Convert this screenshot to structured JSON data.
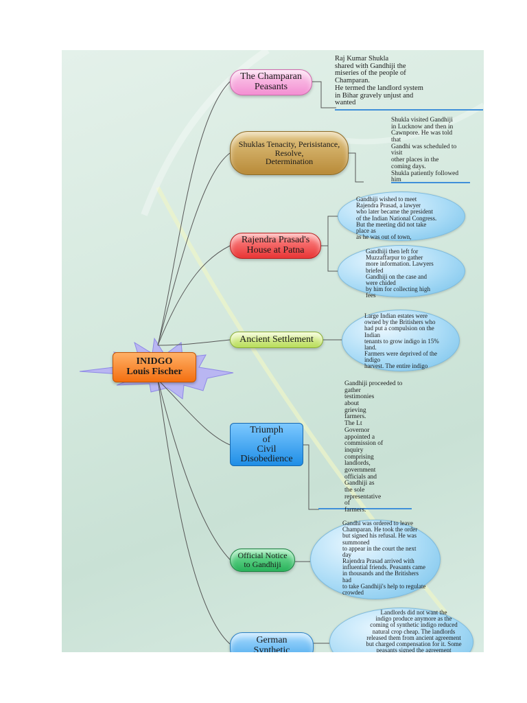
{
  "central": {
    "line1": "INIDGO",
    "line2": "Louis Fischer"
  },
  "branches": [
    {
      "label": "The Champaran\nPeasants",
      "note": "Raj Kumar Shukla\nshared with Gandhiji the\nmiseries of the people of\nChamparan.\nHe termed the landlord system\nin Bihar gravely unjust and\nwanted"
    },
    {
      "label": "Shuklas Tenacity, Perisistance,\nResolve,\nDetermination",
      "note": "Shukla visited Gandhiji\nin Lucknow and then in\nCawnpore. He was told\nthat\nGandhi was scheduled to\nvisit\nother places in the\ncoming days.\nShukla patiently followed\nhim"
    },
    {
      "label": "Rajendra Prasad's\nHouse at Patna",
      "bubble1": "Gandhiji wished to meet\n Rajendra Prasad, a lawyer\nwho later became the president\nof the Indian National Congress.\nBut the meeting did not take\nplace as\nas he was out of town,",
      "bubble2": "Gandhiji then left for\nMuzzaffarpur to gather\nmore information. Lawyers\nbriefed\n Gandhiji on the case and\nwere chided\n by him for collecting high\nfees"
    },
    {
      "label": "Ancient Settlement",
      "bubble": "Large Indian estates were\n owned by the Britishers who\n had put a compulsion on the\nIndian\ntenants to grow indigo in 15%\nland.\n Farmers were deprived of the\nindigo\nharvest. The entire indigo"
    },
    {
      "label": "Triumph\nof\nCivil\nDisobedience",
      "note": "Gandhiji proceeded to\ngather\ntestimonies\n about\n grieving\nfarmers.\n The Lt\n Governor\nappointed a\ncommission of\ninquiry\ncomprising\nlandlords,\ngovernment\nofficials and\n Gandhiji as\n the sole\nrepresentative\nof\nfarmers."
    },
    {
      "label": "Official Notice\nto Gandhiji",
      "bubble": "Gandhi was ordered to leave\n Champaran. He took the order\nbut signed his refusal. He was\nsummoned\n to appear in the court the next\nday\n Rajendra Prasad arrived with\ninfluential friends. Peasants came\nin thousands and the Britishers\nhad\nto take Gandhiji's help to regulate\ncrowded"
    },
    {
      "label": "German\nSynthetic",
      "bubble": "Landlords did not want the\n indigo produce anymore as the\ncoming of synthetic indigo reduced\n natural crop cheap. The landlords\n released them from ancient agreement\nbut charged compensation for it. Some\n peasants signed the agreement"
    }
  ],
  "colors": {
    "background": "#d3e8dd",
    "star": "#b9b6f2",
    "underline": "#3f8fd9",
    "connector": "#555555"
  }
}
